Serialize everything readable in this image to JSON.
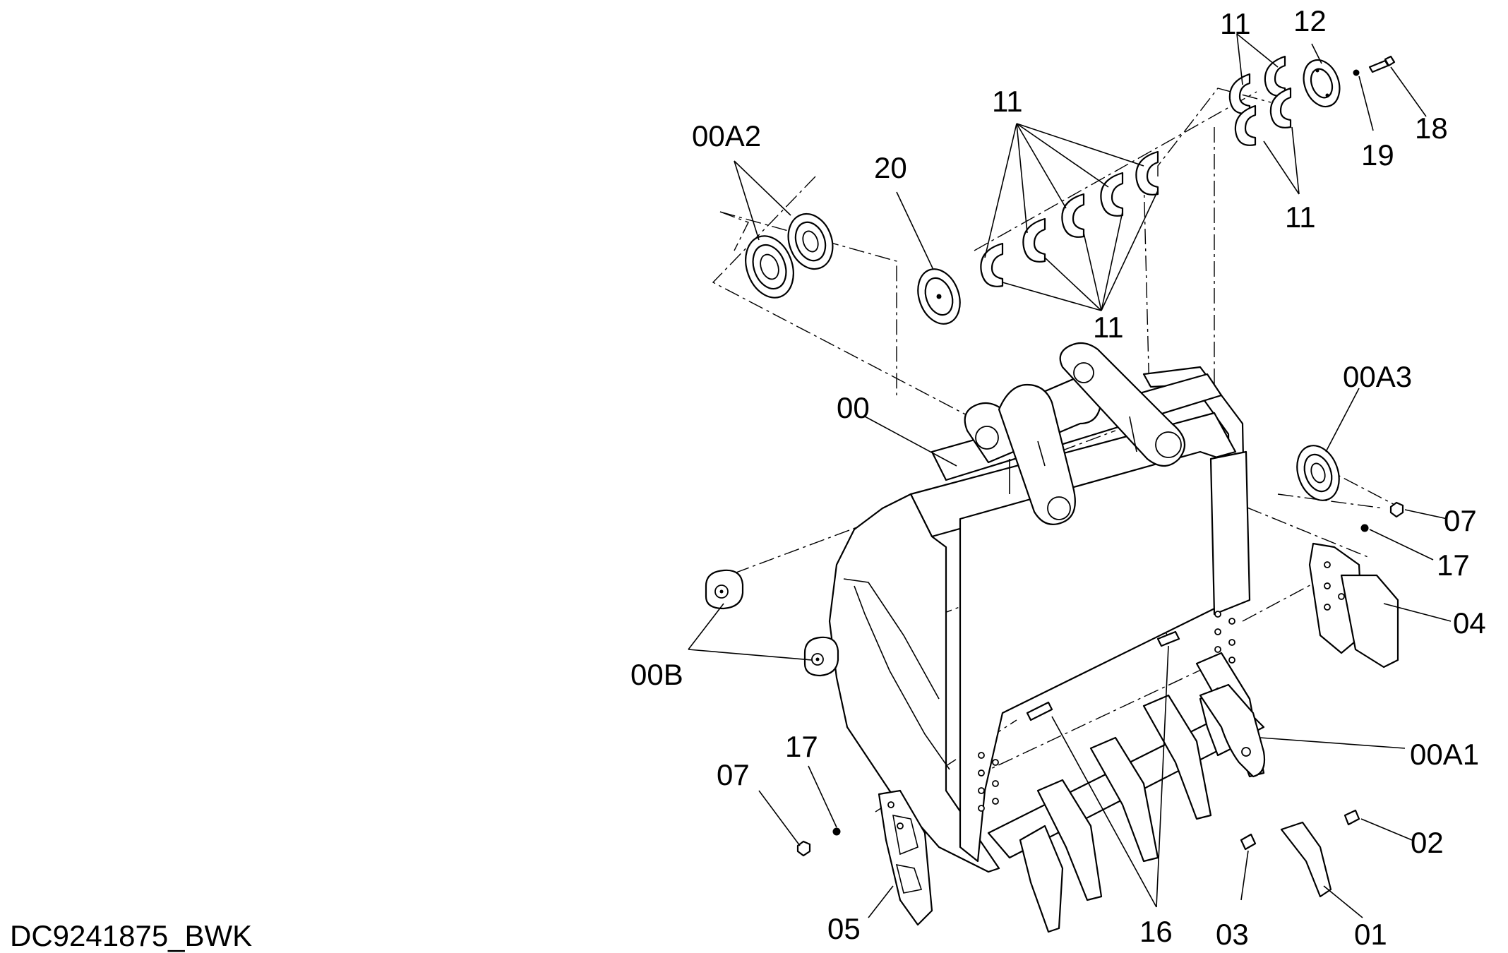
{
  "drawing_code": "DC9241875_BWK",
  "labels": {
    "l00": "00",
    "l00A1": "00A1",
    "l00A2": "00A2",
    "l00A3": "00A3",
    "l00B": "00B",
    "l01": "01",
    "l02": "02",
    "l03": "03",
    "l04": "04",
    "l05": "05",
    "l07": "07",
    "l11": "11",
    "l12": "12",
    "l16": "16",
    "l17": "17",
    "l18": "18",
    "l19": "19",
    "l20": "20"
  }
}
